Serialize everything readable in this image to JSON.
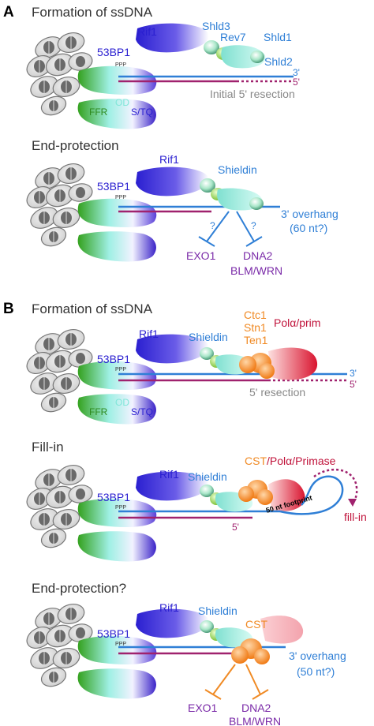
{
  "colors": {
    "heading": "#333333",
    "rif1": "#2a1fd0",
    "blue_label": "#2f7fd6",
    "purple_label": "#7a2aa8",
    "orange": "#f08a24",
    "polymerase": "#c0123a",
    "green": "#2e8a1f",
    "od": "#7fe6d8",
    "grey": "#888888",
    "dna_blue": "#2f7fd6",
    "dna_purple": "#a0226e"
  },
  "panel_a": {
    "letter": "A",
    "formation": {
      "heading": "Formation of ssDNA",
      "rif1": "Rif1",
      "bp1": "53BP1",
      "ppp": "PPP",
      "shld3": "Shld3",
      "rev7": "Rev7",
      "shld1": "Shld1",
      "shld2": "Shld2",
      "three_prime": "3'",
      "five_prime": "5'",
      "resection": "Initial 5' resection",
      "ffr": "FFR",
      "od": "OD",
      "stq": "S/TQ"
    },
    "protection": {
      "heading": "End-protection",
      "rif1": "Rif1",
      "shieldin": "Shieldin",
      "bp1": "53BP1",
      "ppp": "PPP",
      "overhang": "3' overhang",
      "overhang_len": "(60 nt?)",
      "q1": "?",
      "q2": "?",
      "exo1": "EXO1",
      "dna2": "DNA2",
      "blm": "BLM/WRN"
    }
  },
  "panel_b": {
    "letter": "B",
    "formation": {
      "heading": "Formation of ssDNA",
      "rif1": "Rif1",
      "shieldin": "Shieldin",
      "ctc1": "Ctc1",
      "stn1": "Stn1",
      "ten1": "Ten1",
      "pol": "Polα/prim",
      "bp1": "53BP1",
      "ppp": "PPP",
      "three_prime": "3'",
      "five_prime": "5'",
      "resection": "5' resection",
      "ffr": "FFR",
      "od": "OD",
      "stq": "S/TQ"
    },
    "fillin": {
      "heading": "Fill-in",
      "rif1": "Rif1",
      "shieldin": "Shieldin",
      "cst": "CST",
      "pol": "/Polα/Primase",
      "bp1": "53BP1",
      "ppp": "PPP",
      "footprint": "50 nt footprint",
      "fill_in": "fill-in",
      "five_prime": "5'"
    },
    "protection": {
      "heading": "End-protection?",
      "rif1": "Rif1",
      "shieldin": "Shieldin",
      "cst": "CST",
      "bp1": "53BP1",
      "ppp": "PPP",
      "overhang": "3' overhang",
      "overhang_len": "(50 nt?)",
      "exo1": "EXO1",
      "dna2": "DNA2",
      "blm": "BLM/WRN"
    }
  }
}
